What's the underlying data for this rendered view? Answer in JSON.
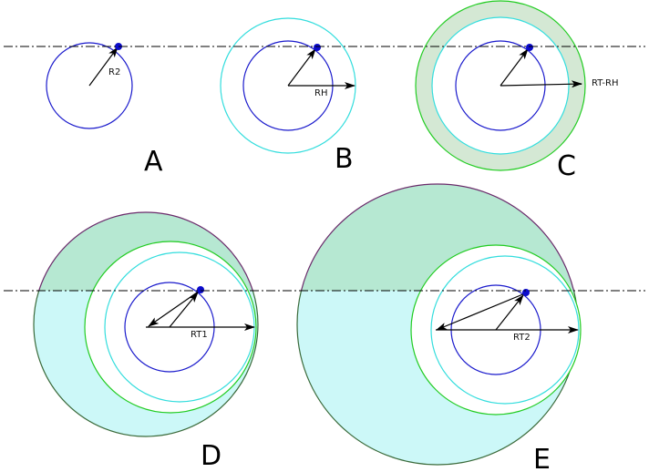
{
  "colors": {
    "inner_circle": "#1a1acc",
    "cyan_circle": "#33dddd",
    "green_circle": "#22cc22",
    "outer_circle": "#3a6a3a",
    "purple_arc": "#6a2a6a",
    "ring_fill": "#d4e8d4",
    "upper_fill": "#b6e8d2",
    "lower_fill": "#ccf8f8",
    "arrow": "#000000",
    "point": "#0b0bcc",
    "dashline": "#000000"
  },
  "diagrams": {
    "a": {
      "letter": "A",
      "radius_label": "R2"
    },
    "b": {
      "letter": "B",
      "radius_label": "RH"
    },
    "c": {
      "letter": "C",
      "radius_label": "RT-RH"
    },
    "d": {
      "letter": "D",
      "radius_label": "RT1"
    },
    "e": {
      "letter": "E",
      "radius_label": "RT2"
    }
  }
}
